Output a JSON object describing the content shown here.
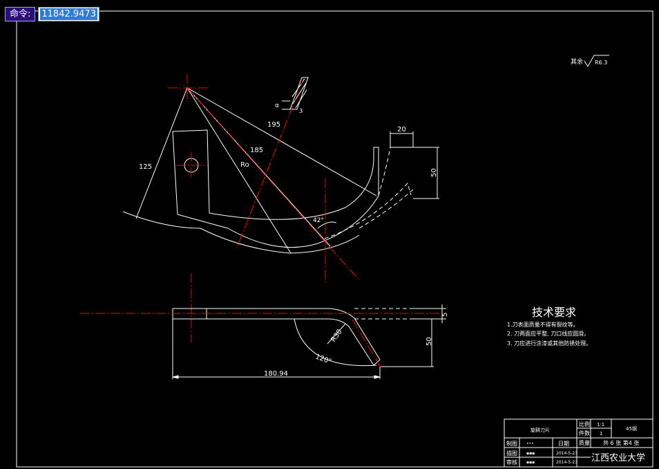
{
  "command": {
    "label": "命令:",
    "value": "11842.9473"
  },
  "drawing": {
    "surface_finish": {
      "prefix": "其余",
      "value": "R6.3"
    },
    "dimensions": {
      "d195": "195",
      "d185": "185",
      "d125": "125",
      "dRo": "Ro",
      "d20": "20",
      "d50_top": "50",
      "angle42": "42°",
      "d3": "3",
      "dalpha": "α",
      "d5": "5",
      "d50_side": "50",
      "dR30": "R30",
      "angle120": "120°",
      "d180": "180.94"
    },
    "tech": {
      "title": "技术要求",
      "lines": [
        "1.刀表面质量不得有裂纹等。",
        "2. 刀两面应平整, 刀口线应圆滑。",
        "3. 刀应进行涂漆或其他防锈处理。"
      ]
    },
    "title_block": {
      "part_name": "旋耕刀片",
      "scale_label": "比例",
      "scale_value": "1:1",
      "qty_label": "件数",
      "qty_value": "1",
      "material": "45钢",
      "weight_label": "质量",
      "sheet_info": "共 6 张 第4 张",
      "rows": [
        {
          "role": "制图",
          "name": "•••",
          "date": "日期"
        },
        {
          "role": "描图",
          "name": "▪▪▪",
          "date": "2014-5-23"
        },
        {
          "role": "审核",
          "name": "▪▪▪",
          "date": "2014-5-23"
        }
      ],
      "school": "江西农业大学"
    }
  },
  "colors": {
    "line": "#ffffff",
    "center": "#ff0000",
    "accent": "#2f7bd8",
    "frame_bg": "#000000"
  }
}
